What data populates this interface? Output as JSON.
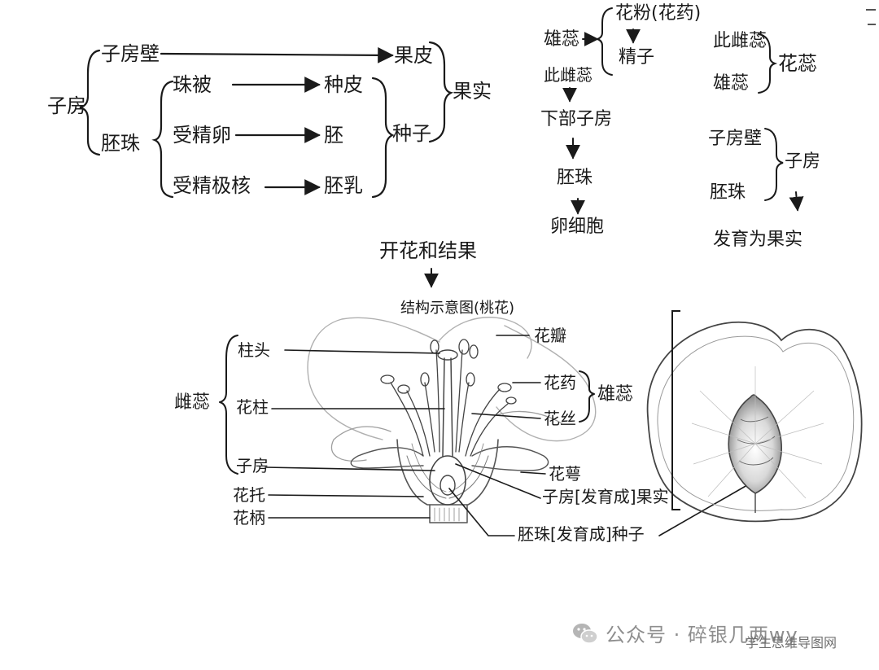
{
  "top_left": {
    "ovary": "子房",
    "ovary_wall": "子房壁",
    "ovule": "胚珠",
    "integument": "珠被",
    "fertilized_egg": "受精卵",
    "fertilized_polar": "受精极核",
    "pericarp": "果皮",
    "seed_coat": "种皮",
    "embryo": "胚",
    "endosperm": "胚乳",
    "seed": "种子",
    "fruit": "果实"
  },
  "top_right": {
    "stamen": "雄蕊",
    "pollen": "花粉(花药)",
    "sperm": "精子",
    "pistil": "此雌蕊",
    "lower_ovary": "下部子房",
    "ovule": "胚珠",
    "egg": "卵细胞",
    "pistil2": "此雌蕊",
    "stamen2": "雄蕊",
    "pistil_stamen_group": "花蕊",
    "ovary_wall": "子房壁",
    "ovule2": "胚珠",
    "ovary": "子房",
    "develop_fruit": "发育为果实"
  },
  "flower": {
    "heading": "开花和结果",
    "subheading": "结构示意图(桃花)",
    "petal": "花瓣",
    "stigma": "柱头",
    "style": "花柱",
    "pistil": "雌蕊",
    "ovary": "子房",
    "receptacle": "花托",
    "pedicel": "花柄",
    "anther": "花药",
    "filament": "花丝",
    "stamen": "雄蕊",
    "sepal": "花萼",
    "ovary_to_fruit": "子房[发育成]果实",
    "ovule_to_seed": "胚珠[发育成]种子"
  },
  "watermark": {
    "account": "公众号 · 碎银几两wy",
    "sub": "学生思维导图网"
  },
  "colors": {
    "ink": "#1a1a1a",
    "sketch": "#6b6b6b",
    "light": "#a8a8a8",
    "watermark": "#9a9a9a"
  }
}
